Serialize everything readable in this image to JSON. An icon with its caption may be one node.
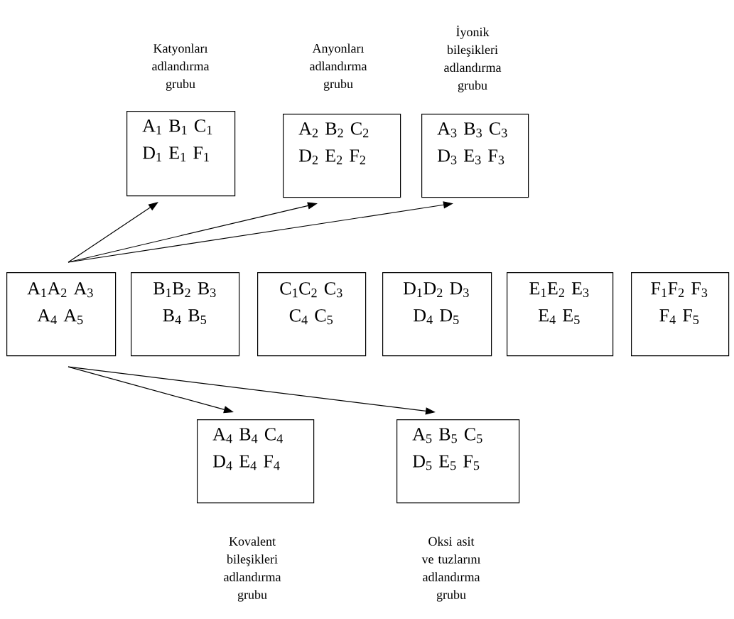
{
  "diagram": {
    "nodes": [
      {
        "text": [
          "A$_{1}$A$_{2}$ A$_{3}$ A$_{4}$ A$_{5}$"
        ]
      },
      {
        "text": [
          "B$_{1}$B$_{2}$ B$_{3}$ B$_{4}$ B$_{5}$"
        ]
      },
      {
        "text": [
          "C$_{1}$C$_{2}$ C$_{3}$ C$_{4}$ C$_{5}$"
        ]
      },
      {
        "text": [
          "D$_{1}$D$_{2}$ D$_{3}$ D$_{4}$ D$_{5}$"
        ]
      },
      {
        "text": [
          "E$_{1}$E$_{2}$ E$_{3}$ E$_{4}$ E$_{5}$"
        ]
      },
      {
        "text": [
          "F$_{1}$F$_{2}$ F$_{3}$ F$_{4}$ F$_{5}$"
        ]
      },
      {
        "text": [
          "Katyonları adlandırma grubu",
          "A$_{1}$ B$_{1}$ C$_{1}$ D$_{1}$ E$_{1}$ F$_{1}$"
        ]
      },
      {
        "text": [
          "Anyonları adlandırma grubu",
          "A$_{2}$ B$_{2}$ C$_{2}$ D$_{2}$ E$_{2}$ F$_{2}$"
        ]
      },
      {
        "text": [
          "İyonik bileşikleri adlandırma grubu",
          "A$_{3}$ B$_{3}$ C$_{3}$ D$_{3}$ E$_{3}$ F$_{3}$"
        ]
      },
      {
        "text": [
          "A$_{4}$ B$_{4}$ C$_{4}$ D$_{4}$ E$_{4}$ F$_{4}$",
          "Kovalent bileşikleri adlandırma grubu"
        ]
      },
      {
        "text": [
          "A$_{5}$ B$_{5}$ C$_{5}$ D$_{5}$ E$_{5}$ F$_{5}$",
          "Oksi asit ve tuzlarını adlandırma grubu"
        ]
      }
    ],
    "edges": [
      {
        "from": 0,
        "to": 6,
        "arrow": "to"
      },
      {
        "from": 0,
        "to": 7,
        "arrow": "to"
      },
      {
        "from": 0,
        "to": 8,
        "arrow": "to"
      },
      {
        "from": 0,
        "to": 9,
        "arrow": "to"
      },
      {
        "from": 0,
        "to": 10,
        "arrow": "to"
      }
    ]
  }
}
